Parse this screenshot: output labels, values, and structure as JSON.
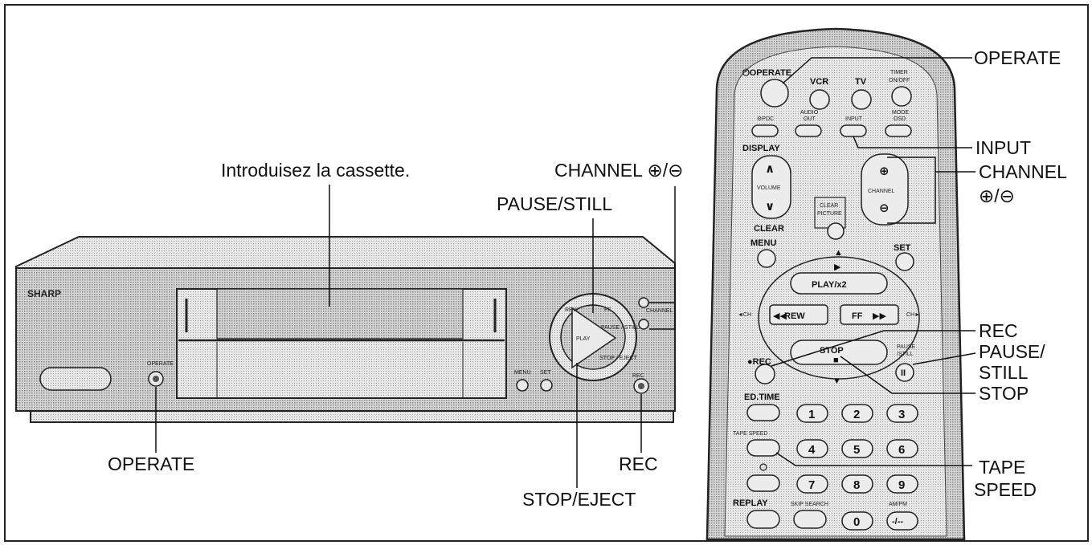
{
  "vcr": {
    "brand": "SHARP",
    "operate_small": "OPERATE",
    "menu_small": "MENU",
    "set_small": "SET",
    "rec_small": "REC",
    "channel_small": "CHANNEL",
    "dial": {
      "play": "PLAY",
      "rew": "REW",
      "ff": "FF",
      "pause": "PAUSE / STILL",
      "stop": "STOP / EJECT"
    }
  },
  "callouts": {
    "insert": "Introduisez la cassette.",
    "channel": "CHANNEL ⊕/⊖",
    "pause_still": "PAUSE/STILL",
    "operate": "OPERATE",
    "stop_eject": "STOP/EJECT",
    "rec": "REC"
  },
  "remote": {
    "operate": "⏻OPERATE",
    "vcr": "VCR",
    "tv": "TV",
    "timer_1": "TIMER",
    "timer_2": "ON/OFF",
    "vps": "⚙PDC",
    "audio_1": "AUDIO",
    "audio_2": "OUT",
    "input": "INPUT",
    "mode_1": "MODE",
    "mode_2": "OSD",
    "display": "DISPLAY",
    "volume": "VOLUME",
    "clear": "CLEAR",
    "clear_picture_1": "CLEAR",
    "clear_picture_2": "PICTURE",
    "channel": "CHANNEL",
    "menu": "MENU",
    "set": "SET",
    "play": "PLAY/x2",
    "rew": "REW",
    "ff": "FF",
    "left_ch": "◄CH",
    "right_ch": "CH►",
    "stop": "STOP",
    "rec": "●REC",
    "pause_1": "PAUSE",
    "pause_2": "/STILL",
    "edit_time": "ED.TIME",
    "tape_speed": "TAPE SPEED",
    "replay": "REPLAY",
    "skip_search": "SKIP SEARCH",
    "ampm": "AM/PM",
    "keys": [
      "1",
      "2",
      "3",
      "4",
      "5",
      "6",
      "7",
      "8",
      "9",
      "0",
      "-/--"
    ]
  },
  "remote_callouts": {
    "operate": "OPERATE",
    "input": "INPUT",
    "channel_1": "CHANNEL",
    "channel_2": "⊕/⊖",
    "rec": "REC",
    "pause_1": "PAUSE/",
    "pause_2": "STILL",
    "stop": "STOP",
    "tape_1": "TAPE",
    "tape_2": "SPEED"
  }
}
